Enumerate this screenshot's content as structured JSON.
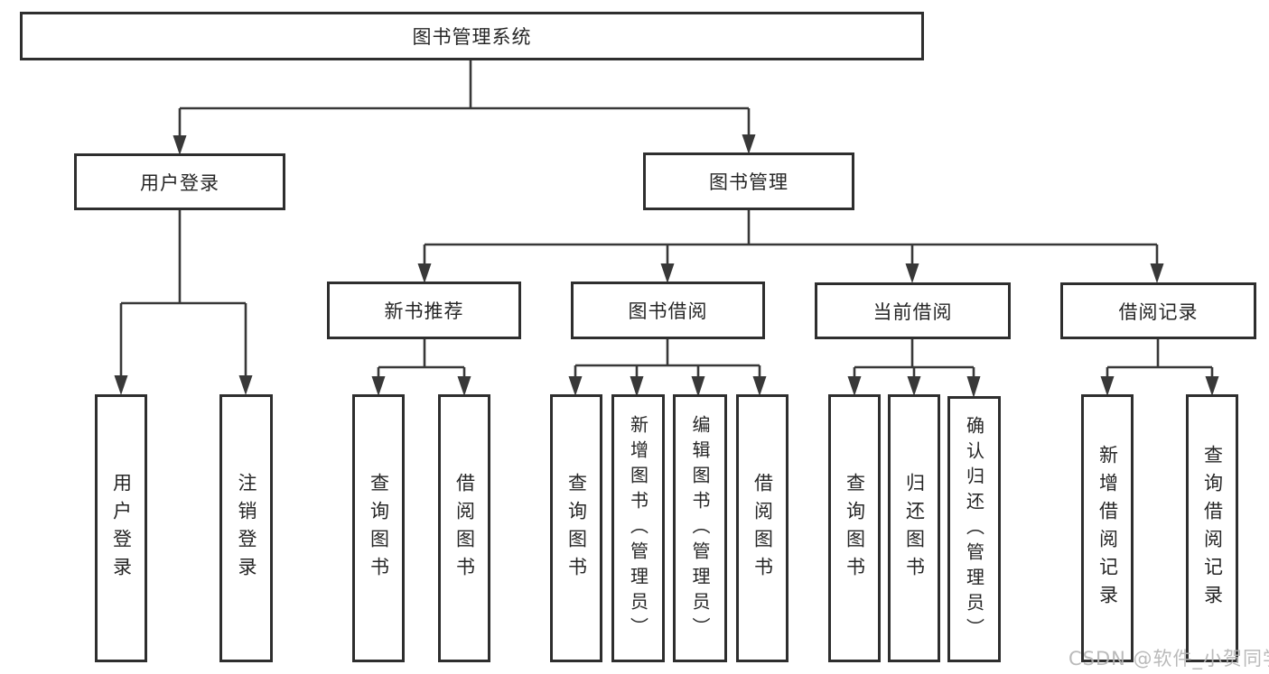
{
  "diagram": {
    "root": {
      "label": "图书管理系统"
    },
    "branches": [
      {
        "label": "用户登录",
        "children": [
          {
            "label": "用户登录"
          },
          {
            "label": "注销登录"
          }
        ]
      },
      {
        "label": "图书管理",
        "children": [
          {
            "label": "新书推荐",
            "children": [
              {
                "label": "查询图书"
              },
              {
                "label": "借阅图书"
              }
            ]
          },
          {
            "label": "图书借阅",
            "children": [
              {
                "label": "查询图书"
              },
              {
                "label": "新增图书（管理员）"
              },
              {
                "label": "编辑图书（管理员）"
              },
              {
                "label": "借阅图书"
              }
            ]
          },
          {
            "label": "当前借阅",
            "children": [
              {
                "label": "查询图书"
              },
              {
                "label": "归还图书"
              },
              {
                "label": "确认归还（管理员）"
              }
            ]
          },
          {
            "label": "借阅记录",
            "children": [
              {
                "label": "新增借阅记录"
              },
              {
                "label": "查询借阅记录"
              }
            ]
          }
        ]
      }
    ],
    "watermark": "CSDN @软件_小贺同学",
    "colors": {
      "line": "#383838",
      "box_border": "#2e2e2e",
      "text": "#262626",
      "watermark": "#b5b5b5",
      "background": "#ffffff"
    }
  }
}
